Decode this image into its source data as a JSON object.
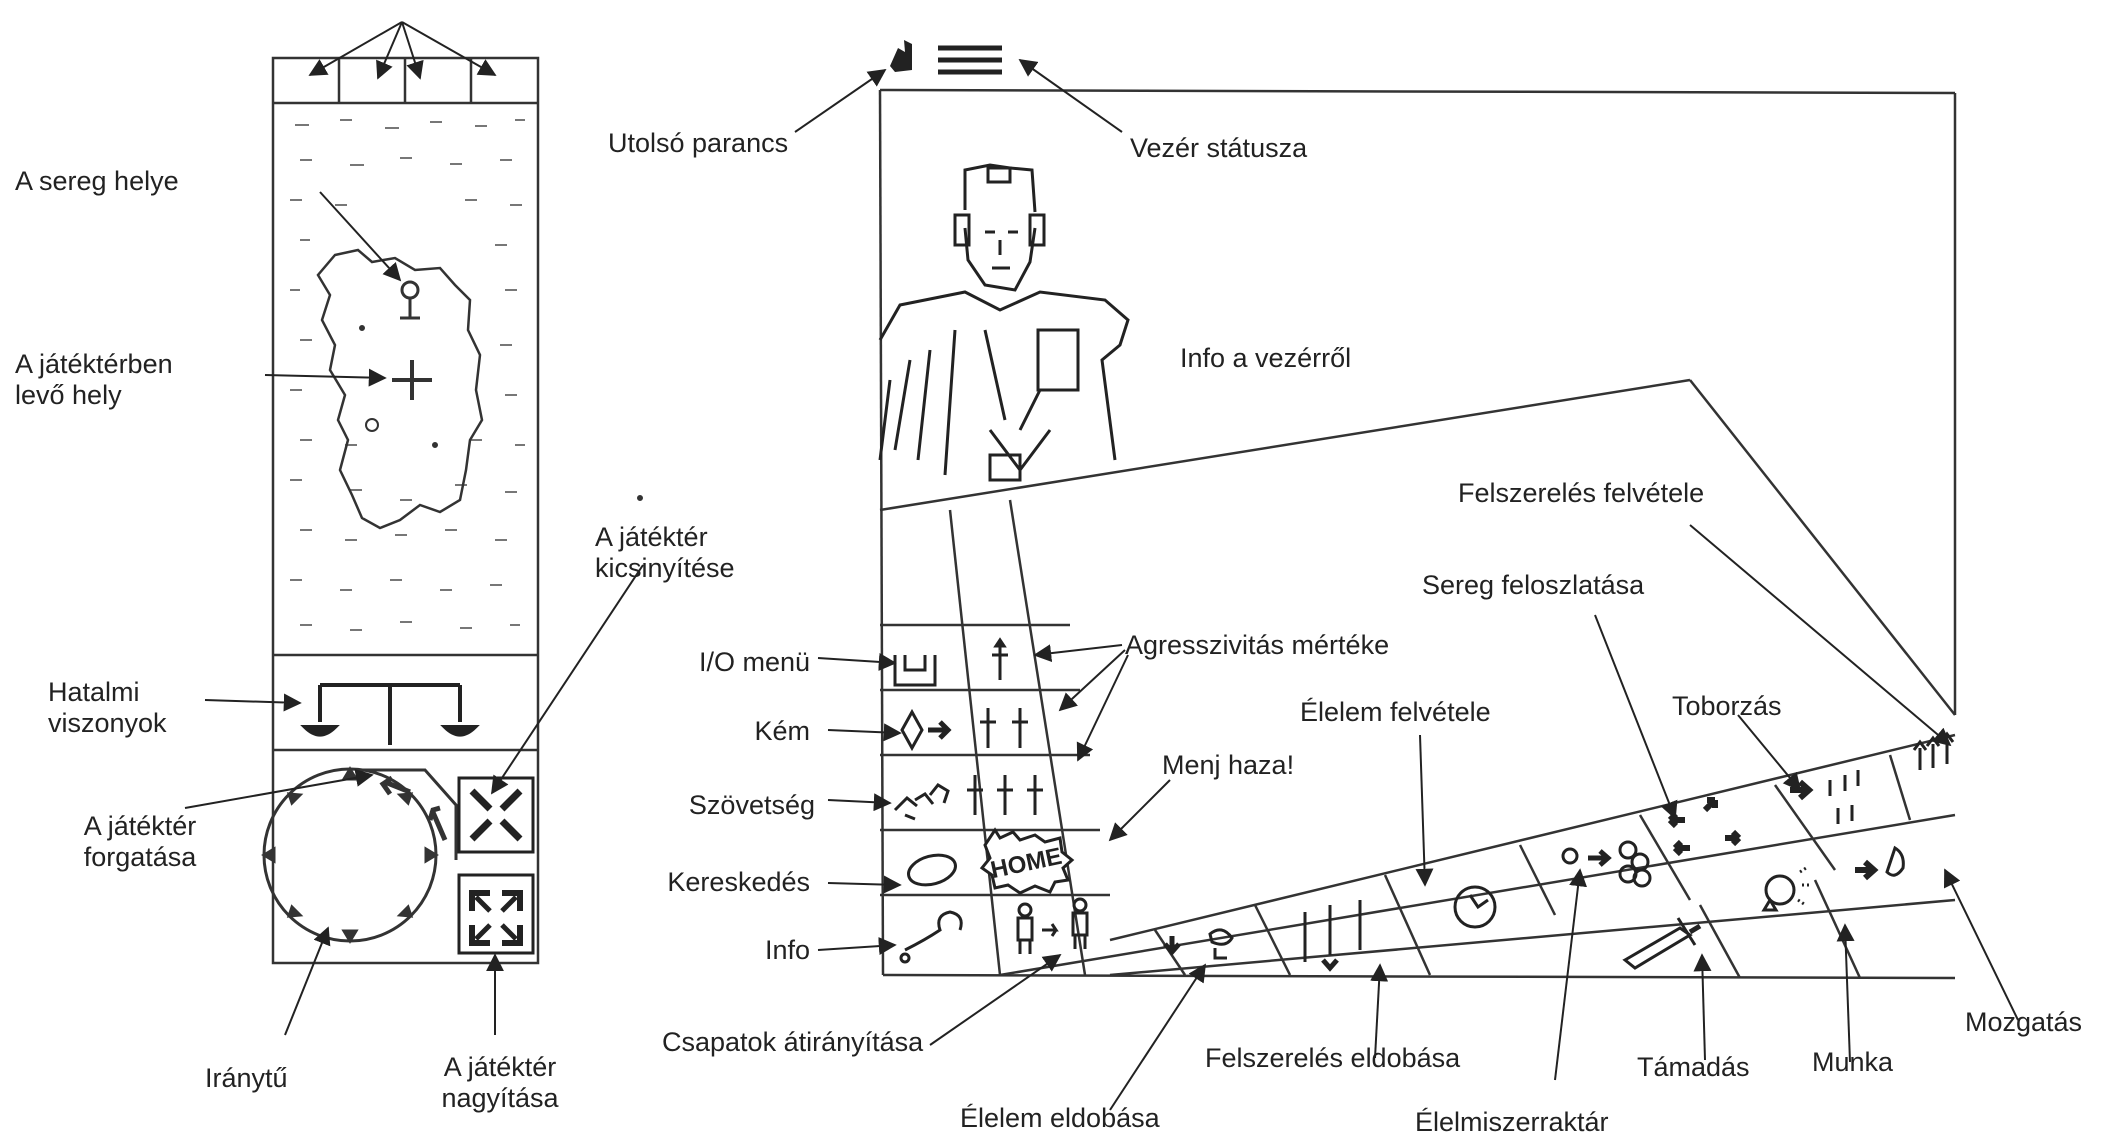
{
  "labels": {
    "army_location": "A sereg helye",
    "map_location_1": "A játéktérben",
    "map_location_2": "levő hely",
    "power_relations_1": "Hatalmi",
    "power_relations_2": "viszonyok",
    "rotate_map_1": "A játéktér",
    "rotate_map_2": "forgatása",
    "compass": "Iránytű",
    "zoom_in_1": "A játéktér",
    "zoom_in_2": "nagyítása",
    "zoom_out_1": "A játéktér",
    "zoom_out_2": "kicsinyítése",
    "last_command": "Utolsó parancs",
    "leader_status": "Vezér státusza",
    "leader_info": "Info a vezérről",
    "io_menu": "I/O menü",
    "spy": "Kém",
    "alliance": "Szövetség",
    "trade": "Kereskedés",
    "info": "Info",
    "aggression": "Agresszivitás mértéke",
    "go_home": "Menj haza!",
    "redirect_troops": "Csapatok átirányítása",
    "drop_food": "Élelem eldobása",
    "drop_equipment": "Felszerelés eldobása",
    "granary": "Élelmiszerraktár",
    "attack": "Támadás",
    "work": "Munka",
    "move": "Mozgatás",
    "pick_food": "Élelem felvétele",
    "recruit": "Toborzás",
    "split_army": "Sereg feloszlatása",
    "pick_equipment": "Felszerelés felvétele"
  },
  "icons": {
    "home_button_text": "HOME"
  }
}
